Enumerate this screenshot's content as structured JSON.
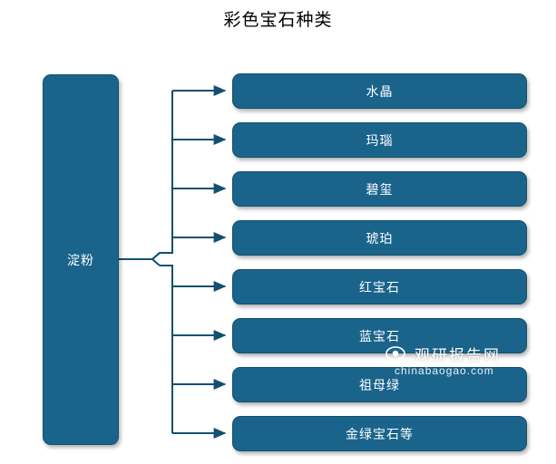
{
  "title": "彩色宝石种类",
  "colors": {
    "box_fill": "#1a648c",
    "box_border": "#12506f",
    "box_text": "#ffffff",
    "connector": "#12506f",
    "background": "#ffffff"
  },
  "root": {
    "label": "淀粉"
  },
  "leaves": [
    {
      "label": "水晶"
    },
    {
      "label": "玛瑙"
    },
    {
      "label": "碧玺"
    },
    {
      "label": "琥珀"
    },
    {
      "label": "红宝石"
    },
    {
      "label": "蓝宝石"
    },
    {
      "label": "祖母绿"
    },
    {
      "label": "金绿宝石等"
    }
  ],
  "watermark": {
    "text": "观研报告网",
    "sub": "chinabaogao.com"
  }
}
